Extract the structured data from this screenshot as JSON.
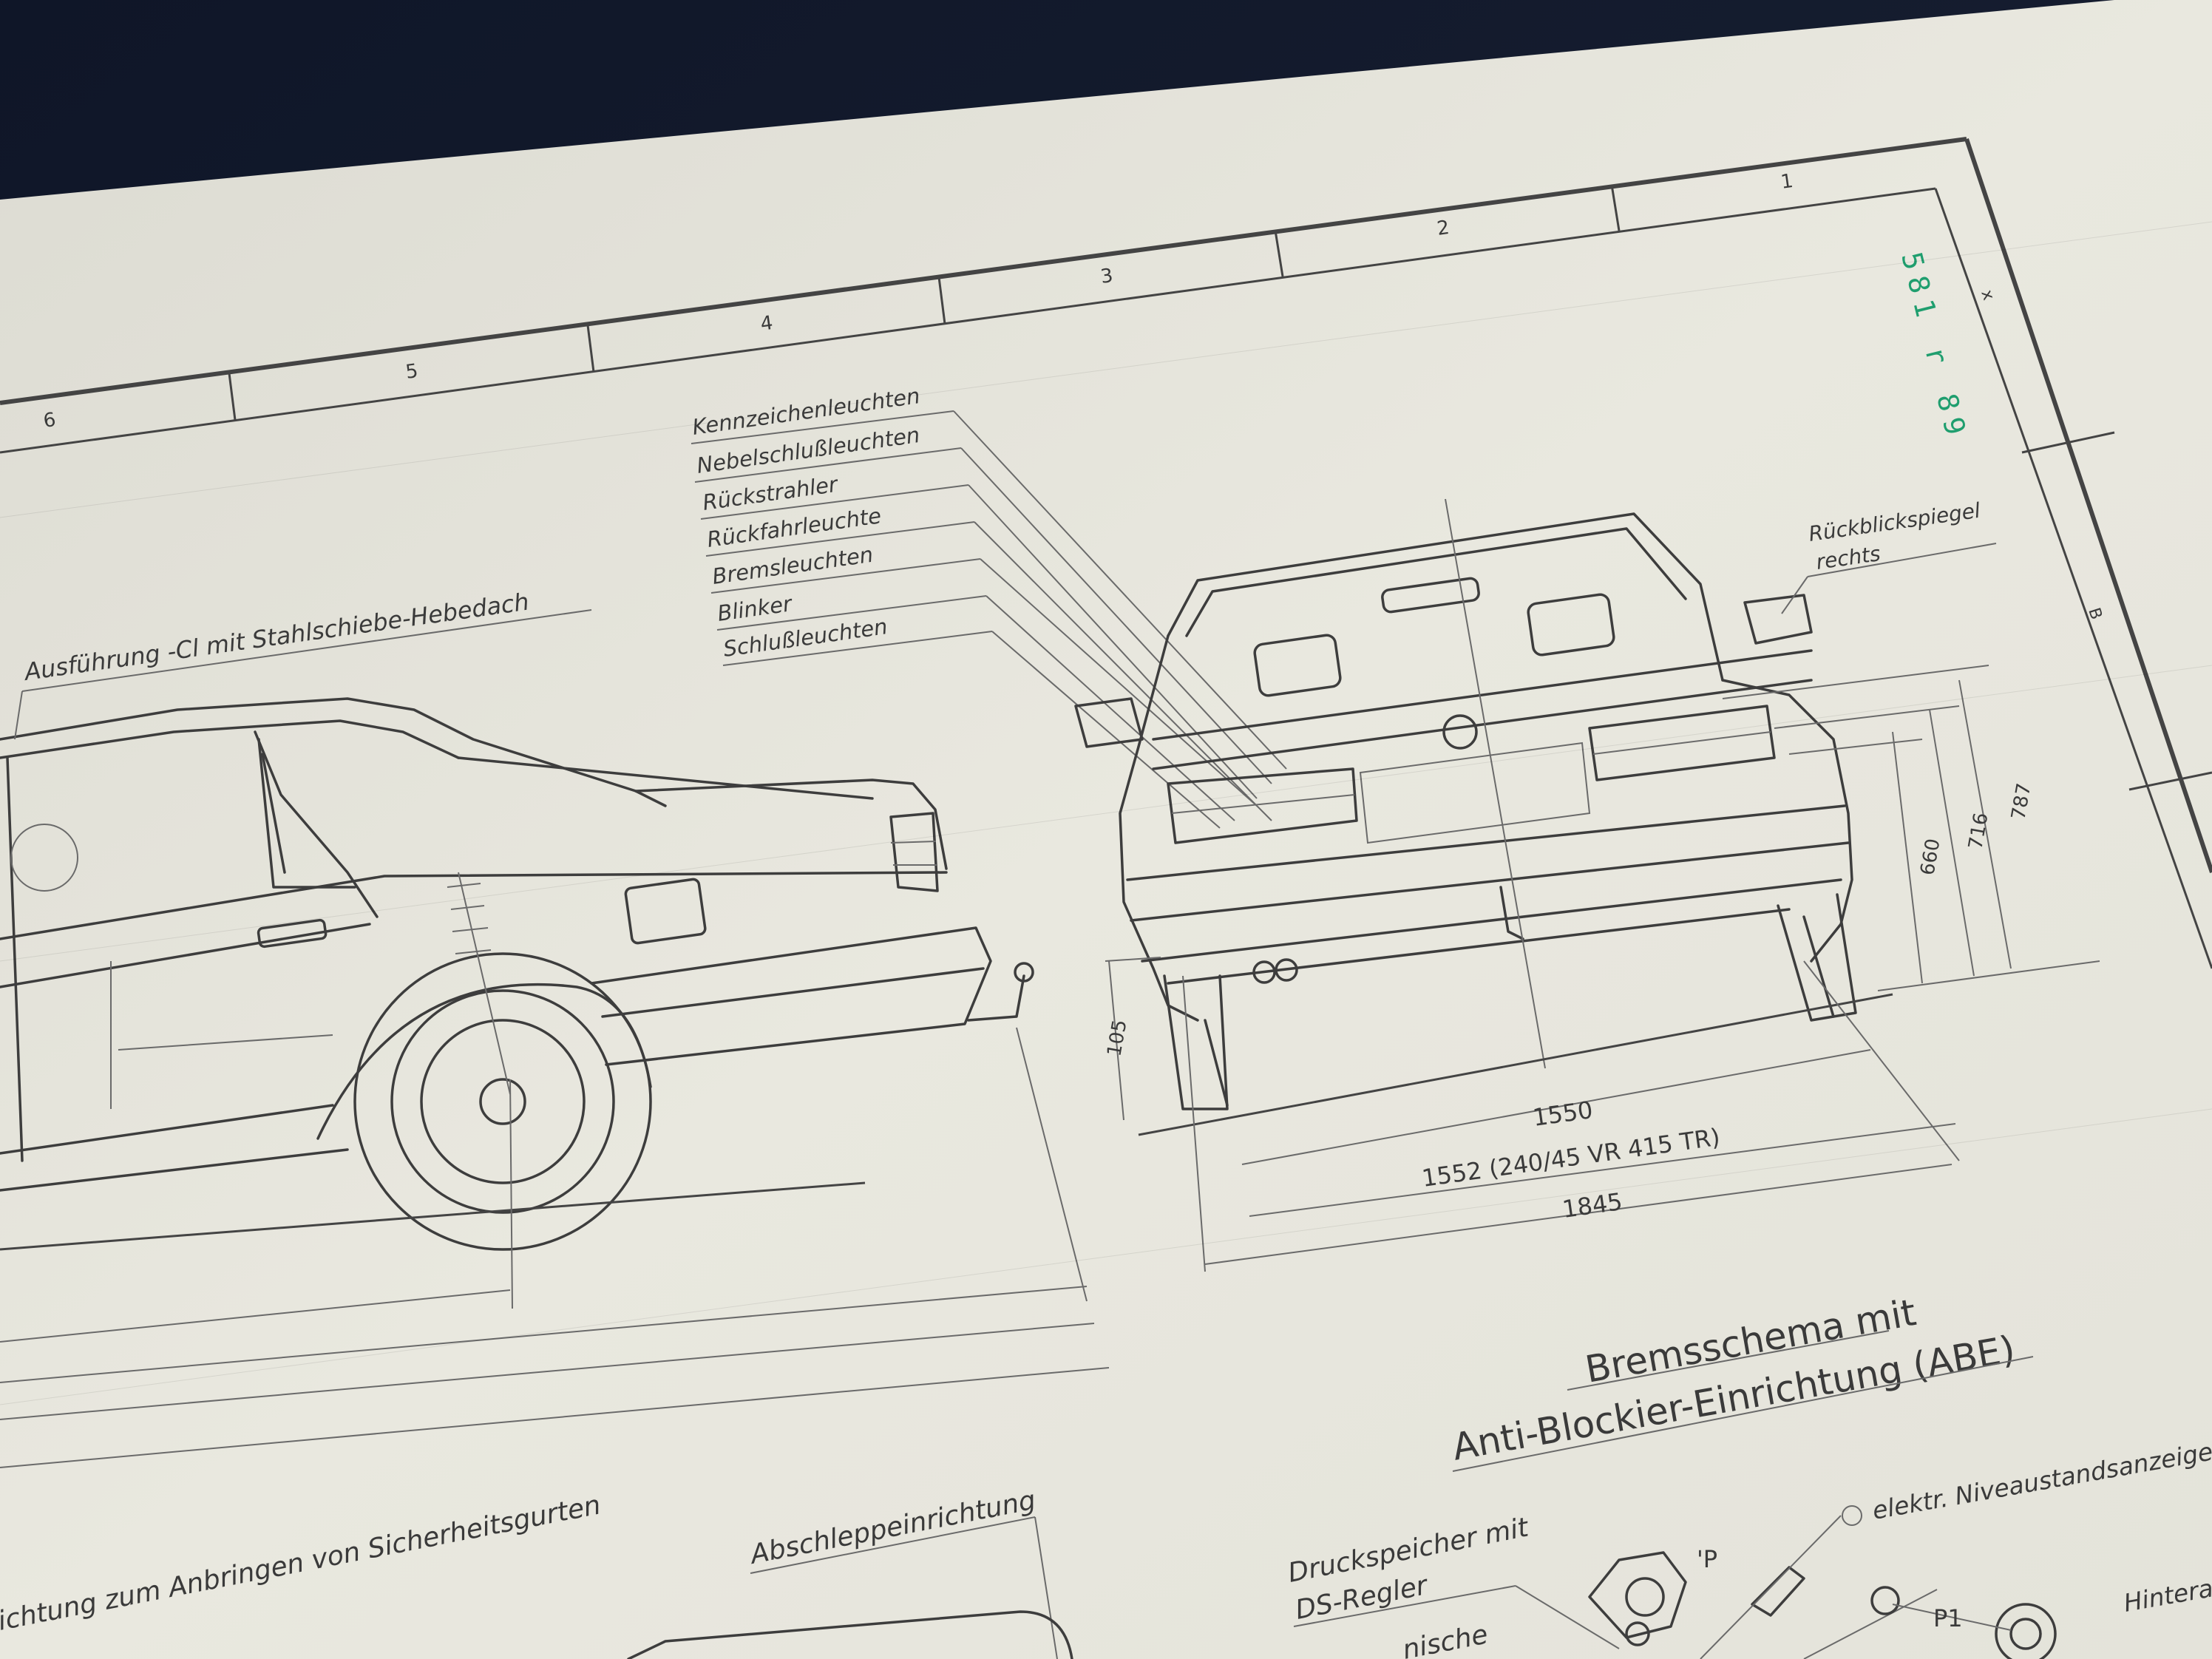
{
  "drawing": {
    "grid_columns": [
      "1",
      "2",
      "3",
      "4",
      "5",
      "6"
    ],
    "margin_marks": [
      "x",
      "B"
    ],
    "stamp_number": "581 r 89",
    "stamp_color": "#1f9e6e",
    "paper_color": "#e8e7de",
    "ink_color": "#3d3d3d",
    "variant_label": "Ausführung -Cl mit Stahlschiebe-Hebedach",
    "rear_light_labels": [
      "Kennzeichenleuchten",
      "Nebelschlußleuchten",
      "Rückstrahler",
      "Rückfahrleuchte",
      "Bremsleuchten",
      "Blinker",
      "Schlußleuchten"
    ],
    "mirror_label_line1": "Rückblickspiegel",
    "mirror_label_line2": "rechts",
    "dimensions": {
      "d105": "105",
      "d660": "660",
      "d716": "716",
      "d787": "787",
      "d1550": "1550",
      "d1552": "1552 (240/45 VR 415 TR)",
      "d1845": "1845"
    },
    "brake_title_line1": "Bremsschema mit",
    "brake_title_line2": "Anti-Blockier-Einrichtung (ABE)",
    "belt_label": "ichtung zum Anbringen von Sicherheitsgurten",
    "tow_label": "Abschleppeinrichtung",
    "pressure_label_line1": "Druckspeicher mit",
    "pressure_label_line2": "DS-Regler",
    "pressure_label_line3": "nische",
    "level_label": "elektr. Niveaustandsanzeige",
    "rear_label": "Hintera",
    "p_mark": "'P",
    "p1_mark": "P1"
  }
}
